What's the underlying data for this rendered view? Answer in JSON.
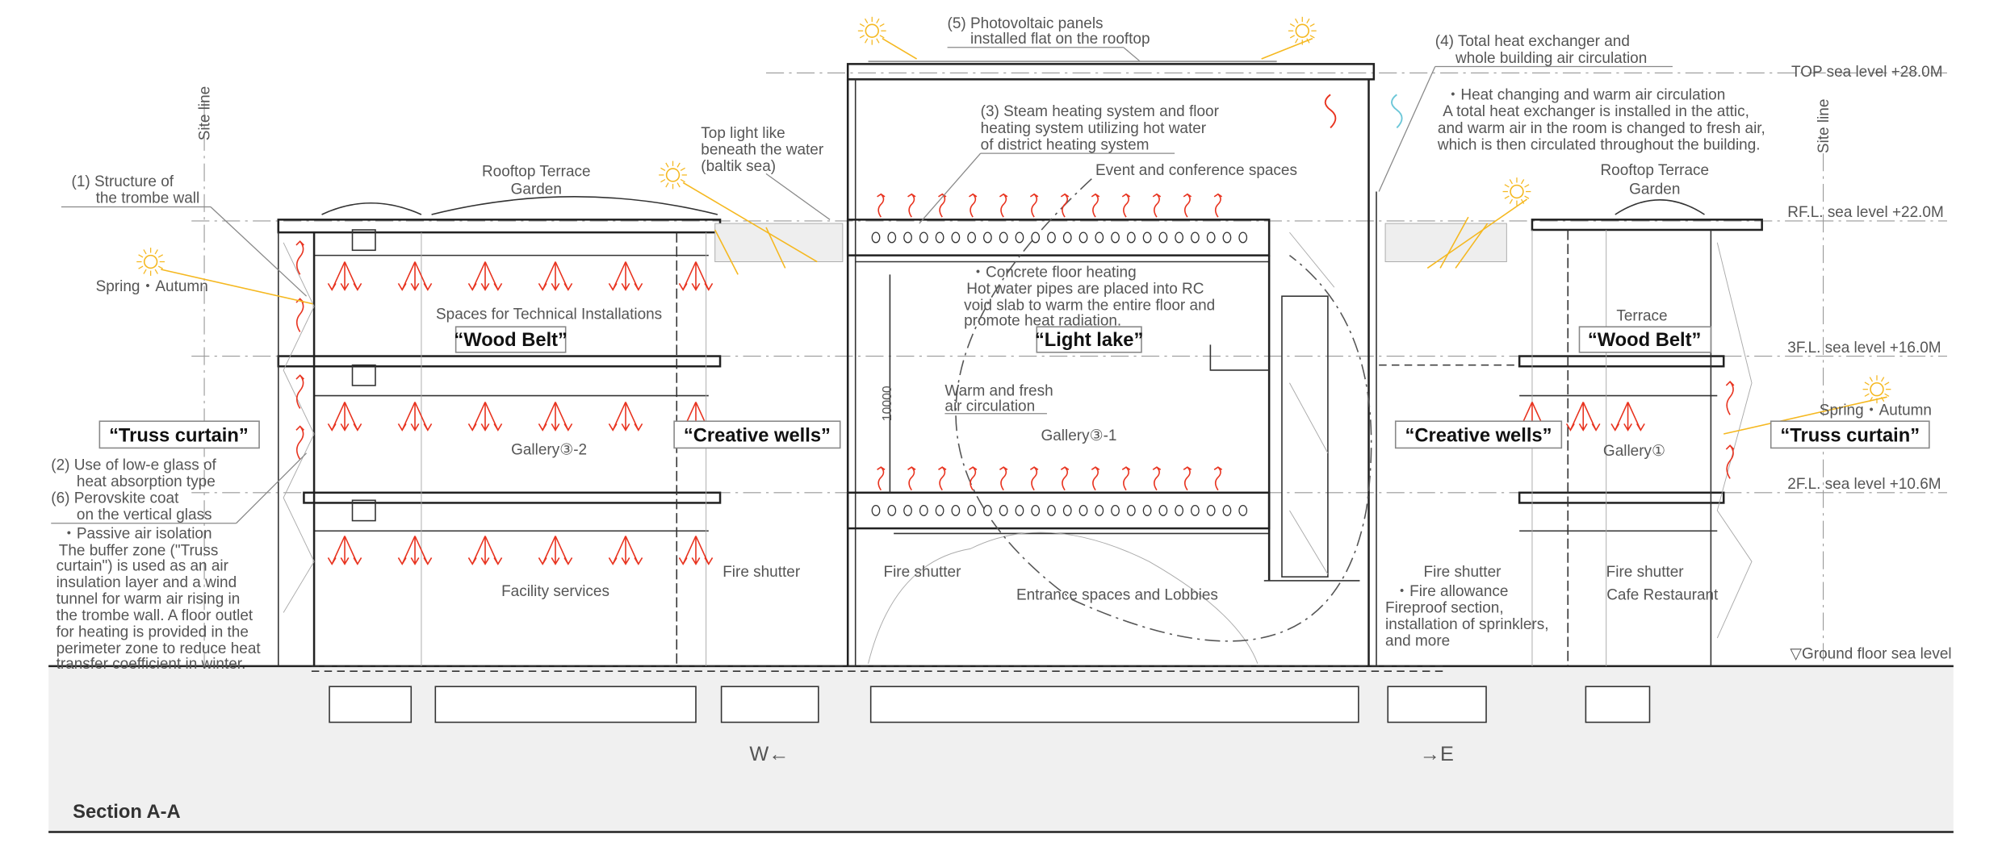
{
  "title": "Section A-A",
  "site_line": "Site line",
  "levels": {
    "top": "TOP sea level +28.0M",
    "rf": "RF.L. sea level +22.0M",
    "f3": "3F.L. sea level +16.0M",
    "f2": "2F.L. sea level +10.6M",
    "ground": "▽Ground floor sea level"
  },
  "boxes": {
    "wood_belt_left": "“Wood Belt”",
    "wood_belt_right": "“Wood Belt”",
    "light_lake": "“Light lake”",
    "creative_wells_left": "“Creative wells”",
    "creative_wells_right": "“Creative wells”",
    "truss_curtain_left": "“Truss curtain”",
    "truss_curtain_right": "“Truss curtain”"
  },
  "notes": {
    "trombe": [
      "(1) Structure of",
      "the trombe wall"
    ],
    "season_left": "Spring・Autumn",
    "season_right": "Spring・Autumn",
    "rooftop_left": [
      "Rooftop Terrace",
      "Garden"
    ],
    "rooftop_right": [
      "Rooftop Terrace",
      "Garden"
    ],
    "top_light": [
      "Top light like",
      "beneath the water",
      "(baltik sea)"
    ],
    "pv": [
      "(5) Photovoltaic panels",
      "installed flat on the rooftop"
    ],
    "heat_exchanger": [
      "(4) Total heat exchanger and",
      "whole building air circulation"
    ],
    "heat_changing": [
      "・Heat changing and warm air circulation",
      "A total heat exchanger is installed in the attic,",
      "and warm air in the room is changed to fresh air,",
      "which is then circulated throughout the building."
    ],
    "steam": [
      "(3) Steam heating system and floor",
      "heating system utilizing hot water",
      "of district heating system"
    ],
    "event": "Event and conference spaces",
    "concrete": [
      "・Concrete floor heating",
      "Hot water pipes are placed into RC",
      "void slab to warm the entire floor and",
      "promote heat radiation."
    ],
    "tech_spaces": "Spaces for Technical Installations",
    "terrace": "Terrace",
    "dimension": "10000",
    "warm_fresh": [
      "Warm and fresh",
      "air circulation"
    ],
    "gallery_3_2": "Gallery③-2",
    "gallery_3_1": "Gallery③-1",
    "gallery_1": "Gallery①",
    "lowe": [
      "(2) Use of low-e glass of",
      "heat absorption type",
      "(6) Perovskite coat",
      "on the vertical glass"
    ],
    "passive": [
      "・Passive air isolation",
      "The buffer zone (\"Truss",
      "curtain\") is used as an air",
      "insulation layer and a wind",
      "tunnel for warm air rising in",
      "the trombe wall. A floor outlet",
      "for heating is provided in the",
      "perimeter zone to reduce heat",
      "transfer coefficient in winter."
    ],
    "fire_shutter": "Fire shutter",
    "facility": "Facility services",
    "entrance": "Entrance spaces and Lobbies",
    "fire_allowance": [
      "・Fire allowance",
      "Fireproof section,",
      "installation of sprinklers,",
      "and more"
    ],
    "cafe": "Cafe Restaurant",
    "west": "W←",
    "east": "→E"
  },
  "colors": {
    "heat": "#e8331f",
    "sun": "#f5b820",
    "cool_air": "#6cc7d8",
    "ground": "#f0f0f0"
  }
}
